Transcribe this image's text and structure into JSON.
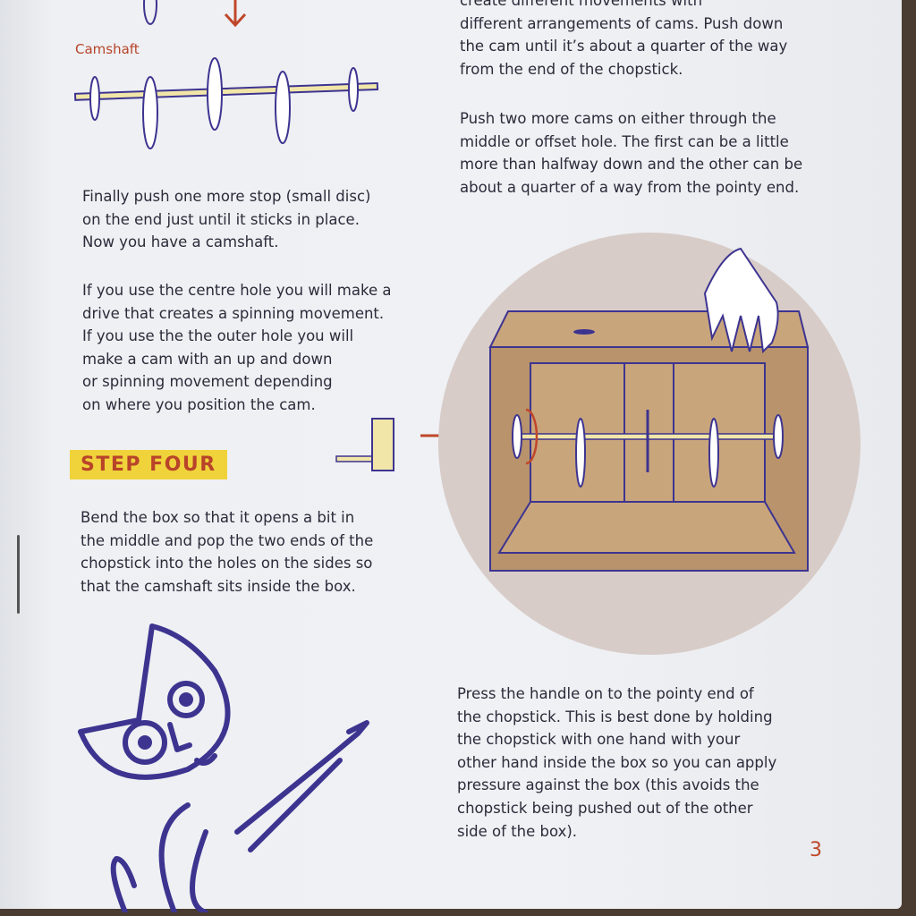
{
  "left_column": {
    "camshaft_label": "Camshaft",
    "para1": "Finally push one more stop (small disc)\non the end just until it sticks in place.\nNow you have a camshaft.",
    "para2": "If you use the centre hole you will make a\ndrive that creates a spinning movement.\nIf you use the the outer hole you will\nmake a cam with an up and down\nor spinning movement depending\non where you position the cam.",
    "step_heading": "STEP FOUR",
    "para3": "Bend the box so that it opens a bit in\nthe middle and pop the two ends of the\nchopstick into the holes on the sides so\nthat the camshaft sits inside the box."
  },
  "right_column": {
    "para1": "create different movements with\ndifferent arrangements of cams. Push down\nthe cam until it’s about a quarter of the way\nfrom the end of the chopstick.",
    "para2": "Push two more cams on either through the\nmiddle or offset hole. The first can be a little\nmore than halfway down and the other can be\nabout a quarter of a way from the pointy end.",
    "para3": "Press the handle on to the pointy end of\nthe chopstick. This is best done by holding\nthe chopstick with one hand with your\nother hand inside the box so you can apply\npressure against the box (this avoids the\nchopstick being pushed out of the other\nside of the box)."
  },
  "page_number": "3",
  "colors": {
    "accent": "#b8442a",
    "line_art": "#3d3490",
    "highlight": "#f0d33a",
    "cardboard": "#c9a57c"
  }
}
